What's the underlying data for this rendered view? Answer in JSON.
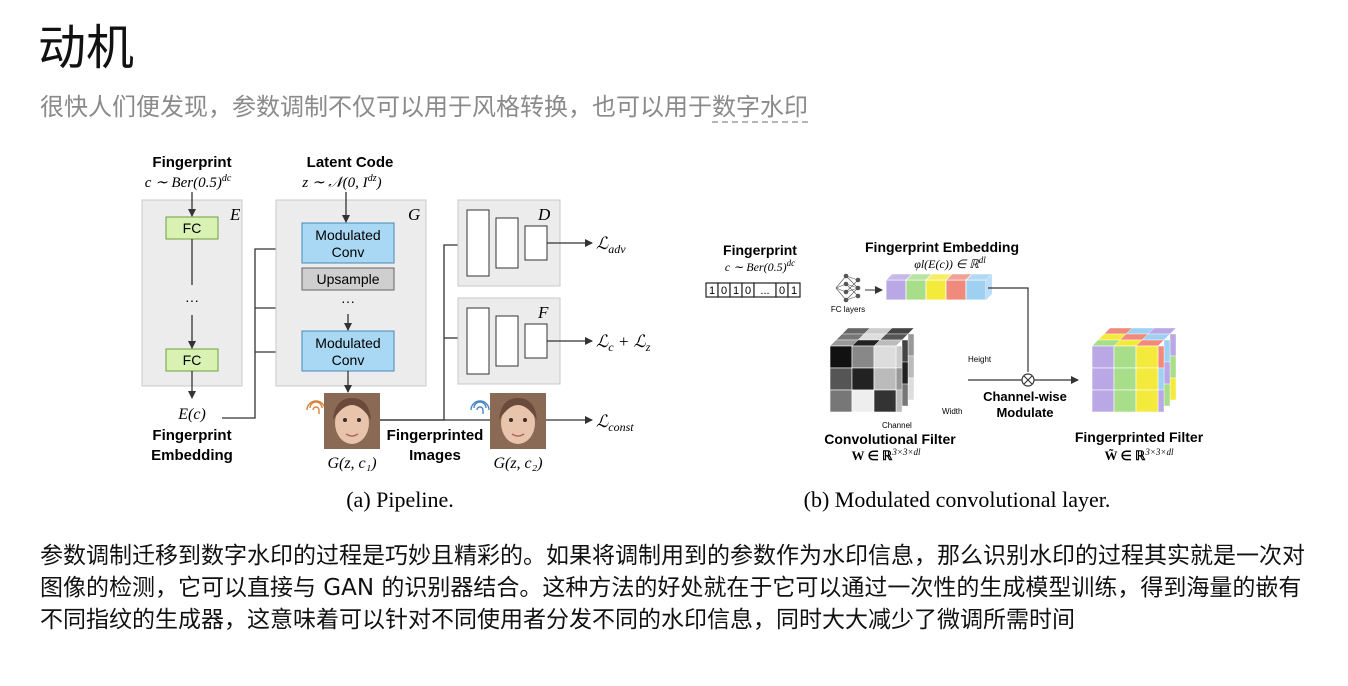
{
  "slide": {
    "title": "动机",
    "subtitle_prefix": "很快人们便发现，参数调制不仅可以用于风格转换，也可以用于",
    "subtitle_link": "数字水印",
    "body": "参数调制迁移到数字水印的过程是巧妙且精彩的。如果将调制用到的参数作为水印信息，那么识别水印的过程其实就是一次对图像的检测，它可以直接与 GAN 的识别器结合。这种方法的好处就在于它可以通过一次性的生成模型训练，得到海量的嵌有不同指纹的生成器，这意味着可以针对不同使用者分发不同的水印信息，同时大大减少了微调所需时间"
  },
  "pipeline": {
    "fingerprint_label": "Fingerprint",
    "fingerprint_formula": "c ∼ Ber(0.5)",
    "fingerprint_formula_sup": "dc",
    "latent_label": "Latent Code",
    "latent_formula": "z ∼ 𝒩(0, I",
    "latent_formula_sup": "dz",
    "latent_formula_end": ")",
    "encoder_letter": "E",
    "generator_letter": "G",
    "disc_letter": "D",
    "f_letter": "F",
    "fc_label": "FC",
    "dots": "···",
    "vdots": "⋮",
    "modulated": "Modulated",
    "conv": "Conv",
    "upsample": "Upsample",
    "ec_label": "E(c)",
    "embedding_line1": "Fingerprint",
    "embedding_line2": "Embedding",
    "images_line1": "Fingerprinted",
    "images_line2": "Images",
    "g1_label": "G(z, c₁)",
    "g2_label": "G(z, c₂)",
    "loss_adv": "ℒadv",
    "loss_cz": "ℒc + ℒz",
    "loss_const": "ℒconst",
    "caption": "(a)  Pipeline."
  },
  "modconv": {
    "fingerprint_label": "Fingerprint",
    "fingerprint_formula": "c ∼ Ber(0.5)",
    "fingerprint_formula_sup": "dc",
    "bits": [
      "1",
      "0",
      "1",
      "0",
      "...",
      "0",
      "1"
    ],
    "fc_layers": "FC layers",
    "embedding_label": "Fingerprint Embedding",
    "embedding_formula": "φl(E(c)) ∈ ℝ",
    "embedding_formula_sup": "dl",
    "height_label": "Height",
    "width_label": "Width",
    "channel_label": "Channel",
    "conv_filter_label": "Convolutional Filter",
    "conv_filter_formula": "W ∈ ℝ",
    "conv_filter_formula_sup": "3×3×dl",
    "modulate_line1": "Channel-wise",
    "modulate_line2": "Modulate",
    "fp_filter_label": "Fingerprinted Filter",
    "fp_filter_formula": "W̃ ∈ ℝ",
    "fp_filter_formula_sup": "3×3×dl",
    "caption": "(b)  Modulated convolutional layer.",
    "embed_colors": [
      "#b9a7e6",
      "#a8dd8a",
      "#f4ea3c",
      "#f08a7d",
      "#9fd0f2"
    ]
  }
}
